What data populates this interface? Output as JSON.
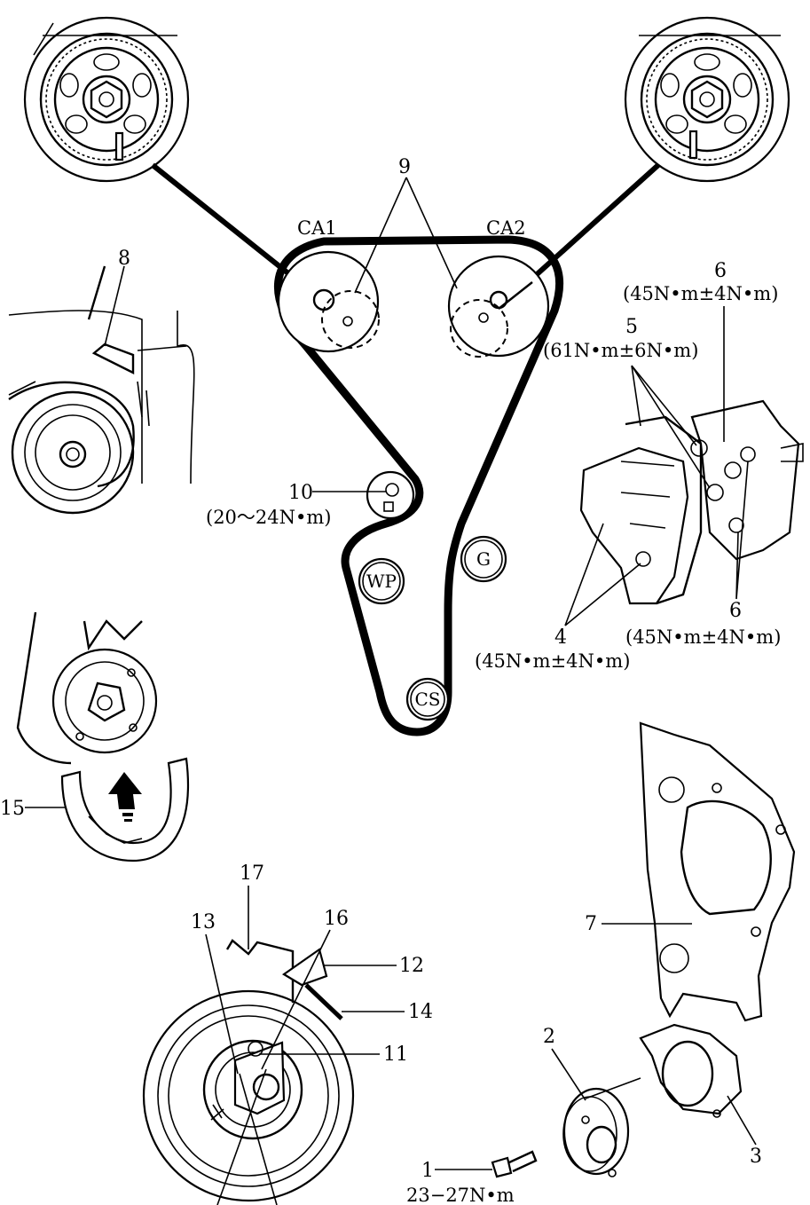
{
  "pulleys": {
    "ca1": "CA1",
    "ca2": "CA2",
    "wp": "WP",
    "g": "G",
    "cs": "CS"
  },
  "callouts": {
    "n1": "1",
    "n2": "2",
    "n3": "3",
    "n4": "4",
    "n5": "5",
    "n6a": "6",
    "n6b": "6",
    "n7": "7",
    "n8": "8",
    "n9": "9",
    "n10": "10",
    "n11": "11",
    "n12": "12",
    "n13": "13",
    "n14": "14",
    "n15": "15",
    "n16": "16",
    "n17": "17"
  },
  "torques": {
    "t1": "23−27N•m",
    "t4": "(45N•m±4N•m)",
    "t5": "(61N•m±6N•m)",
    "t6a": "(45N•m±4N•m)",
    "t6b": "(45N•m±4N•m)",
    "t10": "(20～24N•m)"
  }
}
